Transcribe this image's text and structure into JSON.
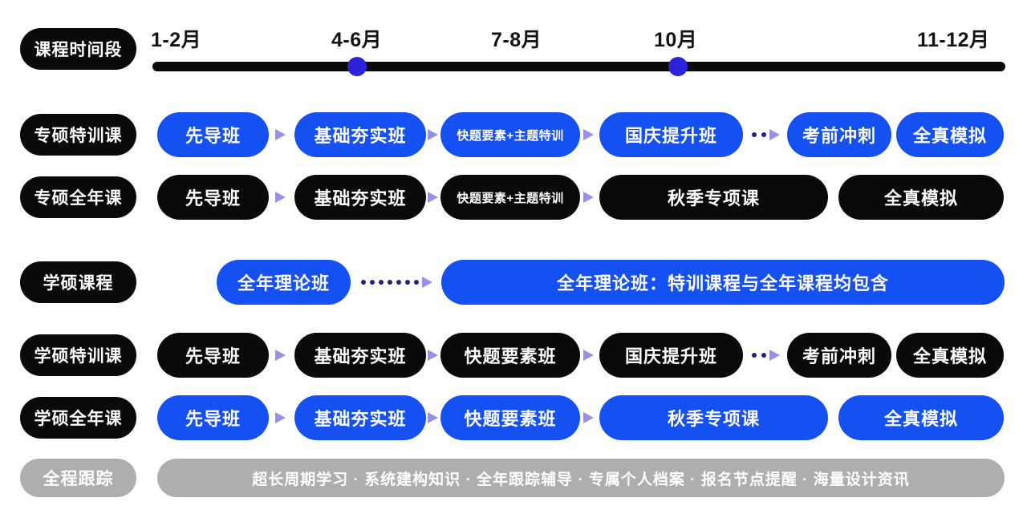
{
  "colors": {
    "accent_blue": "#1450F2",
    "pill_black": "#0A0A0A",
    "tracking_gray": "#AEAEAE",
    "timeline_dot_indigo": "#2B22D9",
    "arrow_purple": "#9A8FE8",
    "leader_dot_navy": "#20247E"
  },
  "timeline": {
    "label": "课程时间段",
    "months": [
      "1-2月",
      "4-6月",
      "7-8月",
      "10月",
      "11-12月"
    ]
  },
  "rows": [
    {
      "label": "专硕特训课",
      "pills": [
        "先导班",
        "基础夯实班",
        "快题要素+主题特训",
        "国庆提升班",
        "考前冲刺",
        "全真模拟"
      ]
    },
    {
      "label": "专硕全年课",
      "pills": [
        "先导班",
        "基础夯实班",
        "快题要素+主题特训",
        "秋季专项课",
        "全真模拟"
      ]
    },
    {
      "label": "学硕课程",
      "pills": [
        "全年理论班",
        "全年理论班：特训课程与全年课程均包含"
      ]
    },
    {
      "label": "学硕特训课",
      "pills": [
        "先导班",
        "基础夯实班",
        "快题要素班",
        "国庆提升班",
        "考前冲刺",
        "全真模拟"
      ]
    },
    {
      "label": "学硕全年课",
      "pills": [
        "先导班",
        "基础夯实班",
        "快题要素班",
        "秋季专项课",
        "全真模拟"
      ]
    }
  ],
  "tracking": {
    "label": "全程跟踪",
    "text": "超长周期学习 · 系统建构知识 · 全年跟踪辅导 · 专属个人档案 · 报名节点提醒 · 海量设计资讯"
  }
}
